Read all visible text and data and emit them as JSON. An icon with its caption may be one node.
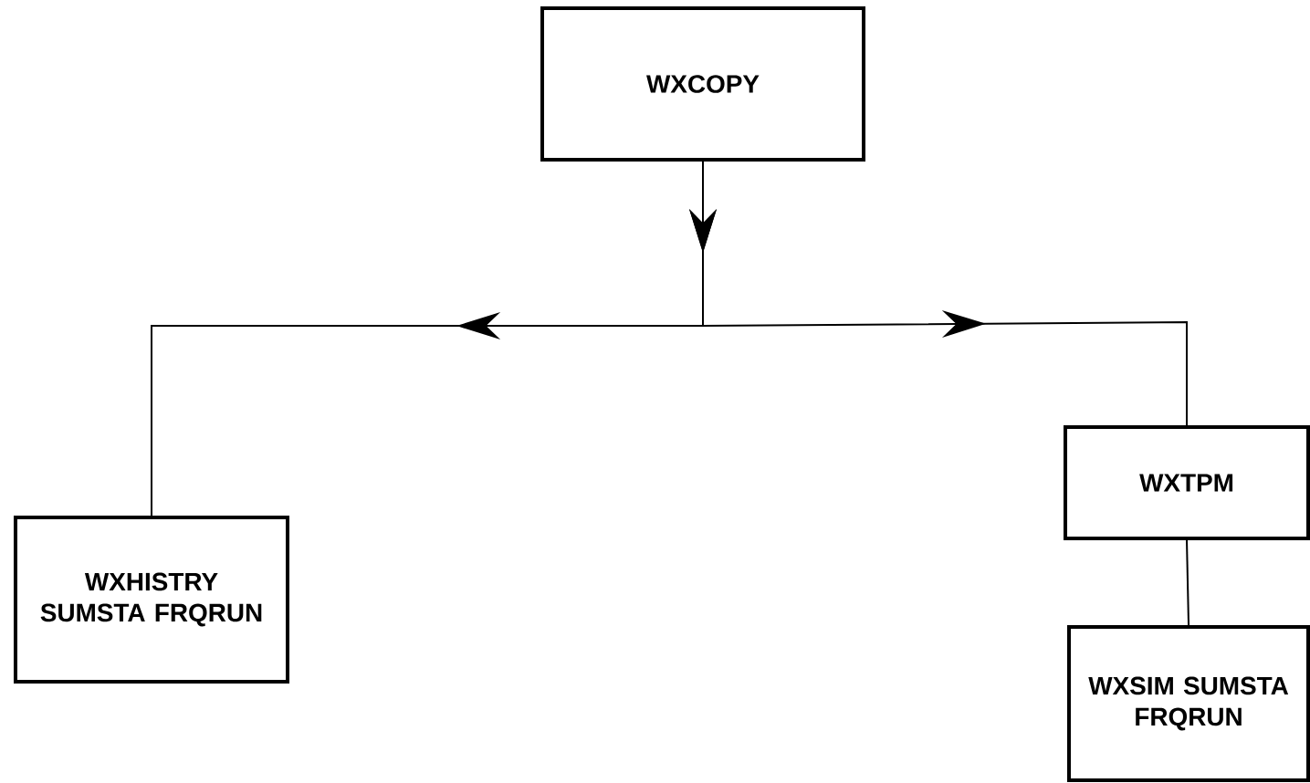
{
  "diagram": {
    "nodes": [
      {
        "text": [
          "WXCOPY"
        ]
      },
      {
        "text": [
          "WXHISTRY SUMSTA FRQRUN"
        ]
      },
      {
        "text": [
          "WXTPM"
        ]
      },
      {
        "text": [
          "WXSIM SUMSTA FRQRUN"
        ]
      }
    ],
    "edges": [
      {
        "from": 0,
        "to": 1,
        "arrow": "to"
      },
      {
        "from": 0,
        "to": 2,
        "arrow": "to"
      },
      {
        "from": 2,
        "to": 3,
        "arrow": "none"
      }
    ]
  }
}
